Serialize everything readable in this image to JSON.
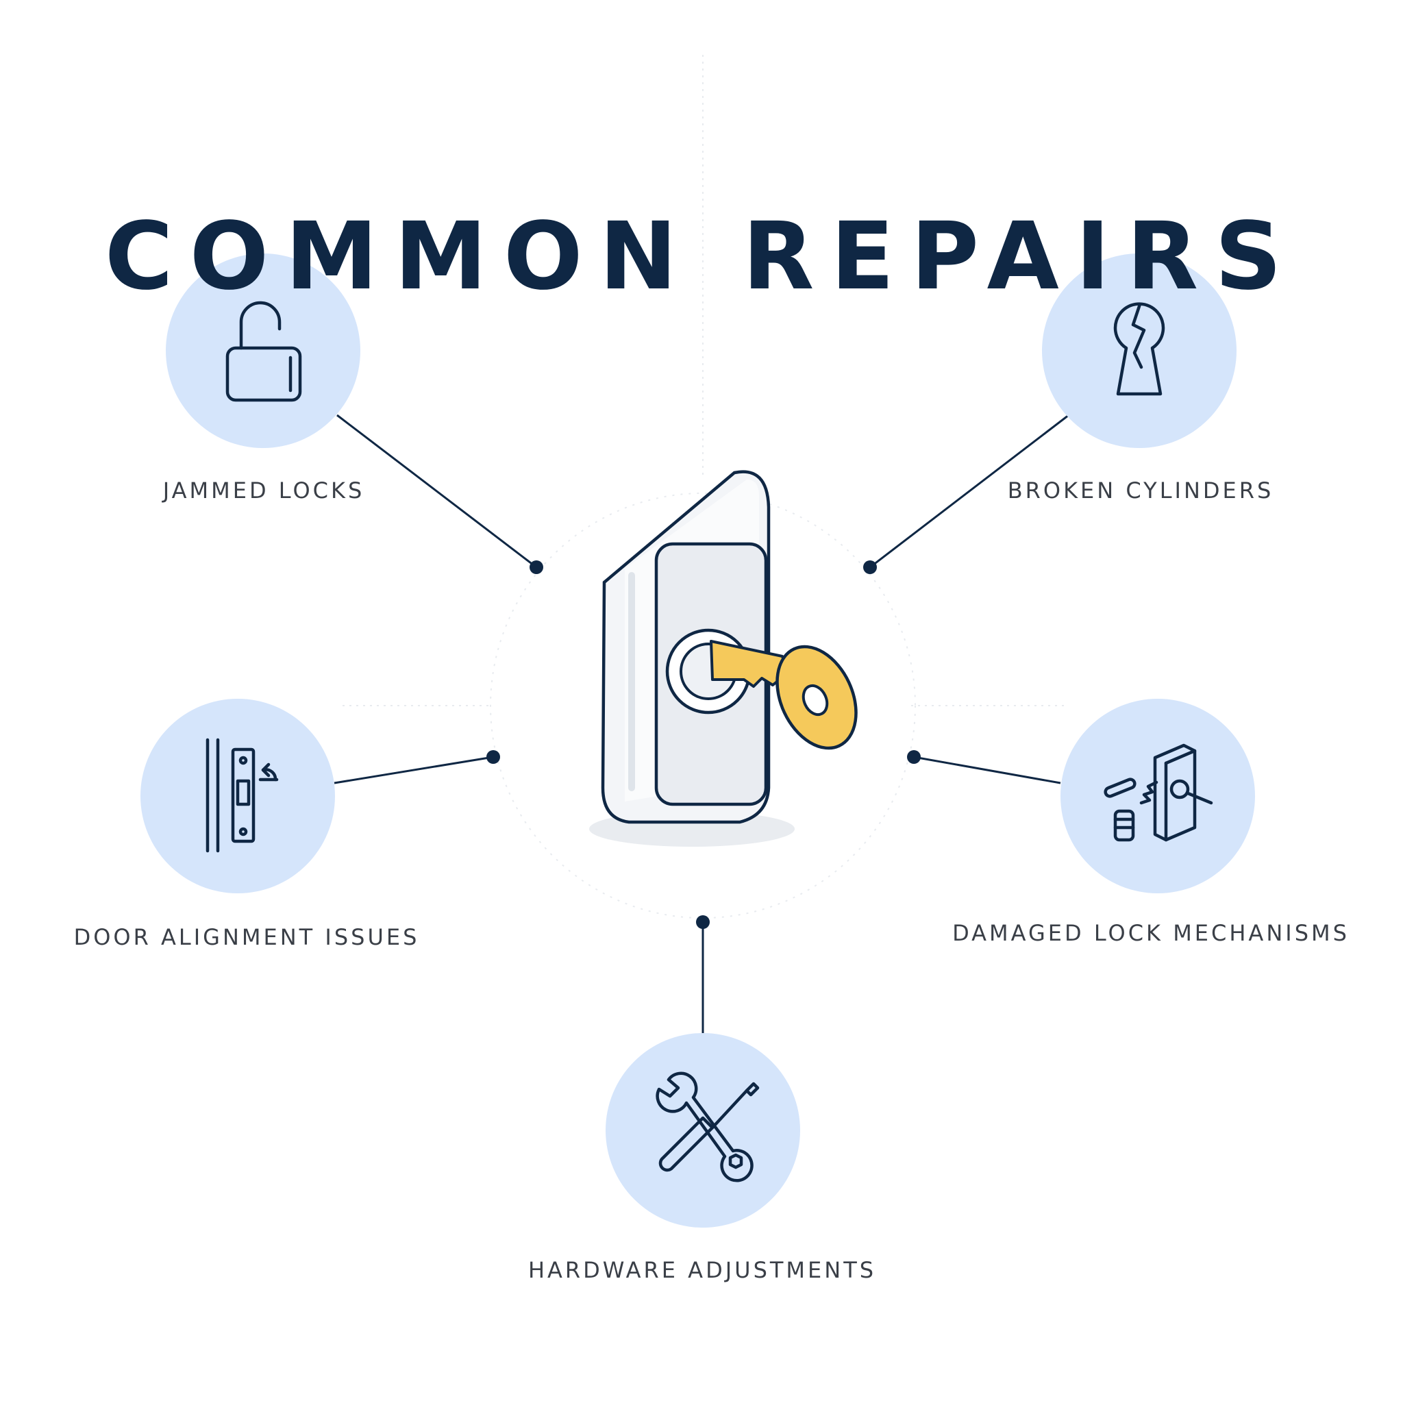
{
  "title": "COMMON REPAIRS",
  "colors": {
    "navy": "#0f2744",
    "circle_fill": "#d5e5fb",
    "label_text": "#3a3f47",
    "key_gold": "#f5c95b",
    "lock_body": "#f3f5f8"
  },
  "center_icon": "key-in-lock-icon",
  "repairs": [
    {
      "label": "JAMMED LOCKS",
      "icon": "open-padlock-icon"
    },
    {
      "label": "BROKEN CYLINDERS",
      "icon": "broken-keyhole-icon"
    },
    {
      "label": "DOOR ALIGNMENT ISSUES",
      "icon": "door-strike-plate-icon"
    },
    {
      "label": "DAMAGED LOCK MECHANISMS",
      "icon": "lock-mechanism-parts-icon"
    },
    {
      "label": "HARDWARE ADJUSTMENTS",
      "icon": "wrench-screwdriver-icon"
    }
  ]
}
